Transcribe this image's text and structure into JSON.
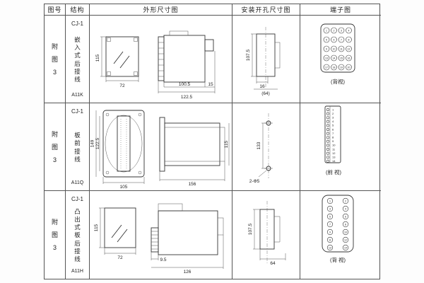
{
  "header": {
    "fig_no": "图号",
    "structure": "结构",
    "outline": "外形尺寸图",
    "mounting": "安装开孔尺寸图",
    "terminal": "端子图"
  },
  "rows": [
    {
      "fig": "附图3",
      "model": "CJ-1",
      "structure": "嵌入式后接线",
      "code": "A11K",
      "outline": {
        "height": "115",
        "width": "72",
        "body_len": "100.5",
        "total_len": "122.5",
        "tab": "15"
      },
      "mounting": {
        "height": "107.5",
        "width": "16",
        "span": "(64)"
      },
      "terminal": {
        "caption": "(背视)",
        "numbers": [
          "1",
          "2",
          "3",
          "4",
          "5",
          "6",
          "7",
          "8",
          "9",
          "10",
          "11",
          "12",
          "13",
          "14",
          "15",
          "16",
          "17",
          "18",
          "19",
          "20"
        ]
      }
    },
    {
      "fig": "附图3",
      "model": "CJ-1",
      "structure": "板前接线",
      "code": "A11Q",
      "outline": {
        "outer_height": "149",
        "inner_height": "122.5",
        "width": "105",
        "length": "156",
        "side_height": "115"
      },
      "mounting": {
        "height": "133",
        "holes": "2-Φ5"
      },
      "terminal": {
        "caption": "(前 视)",
        "numbers": [
          "1",
          "2",
          "3",
          "4",
          "5",
          "6",
          "7",
          "8",
          "9",
          "10",
          "11",
          "12",
          "13",
          "14"
        ]
      }
    },
    {
      "fig": "附图3",
      "model": "CJ-1",
      "structure": "凸出式板后接线",
      "code": "A11H",
      "outline": {
        "height": "115",
        "width": "72",
        "teeth": "9.5",
        "length": "126"
      },
      "mounting": {
        "height": "107.5",
        "width": "64"
      },
      "terminal": {
        "caption": "(背 视)",
        "numbers": [
          "1",
          "2",
          "3",
          "4",
          "5",
          "6",
          "7",
          "8",
          "9",
          "10",
          "11",
          "12",
          "13",
          "14"
        ]
      }
    }
  ]
}
